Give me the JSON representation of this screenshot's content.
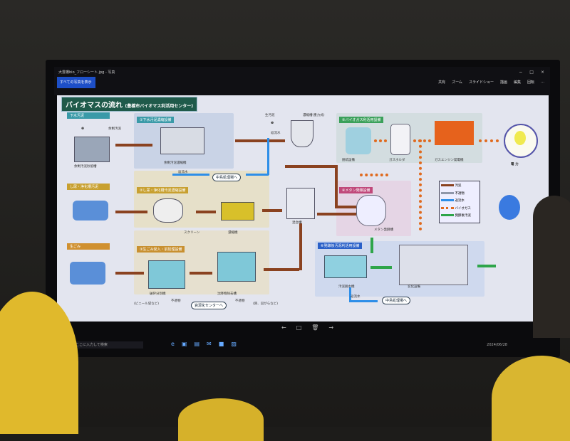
{
  "window": {
    "title": "大豊橋bio_フローシート.jpg - 写真",
    "all_photos": "すべての写真を表示",
    "controls": [
      "−",
      "□",
      "×"
    ],
    "tools": [
      "共有",
      "ズーム",
      "スライドショー",
      "描画",
      "編集",
      "回転",
      "…"
    ]
  },
  "diagram": {
    "title": "バイオマスの流れ",
    "subtitle": "(豊橋市バイオマス利活用センター)",
    "sources": [
      "下水汚泥",
      "し尿・浄化槽汚泥",
      "生ごみ"
    ],
    "sections": [
      "①下水汚泥濃縮設備",
      "②し尿・浄化槽汚泥濃縮設備",
      "③生ごみ受入・前処理設備",
      "④メタン発酵設備",
      "⑤バイオガス利活用設備",
      "⑥発酵後汚泥利活用設備"
    ],
    "labels": {
      "excess_sludge": "余剰汚泥",
      "excess_tank": "余剰汚泥貯留槽",
      "excess_thickener": "余剰汚泥濃縮機",
      "raw_sludge": "生汚泥",
      "gravity_thickener": "濃縮槽(重力式)",
      "return_water": "返流水",
      "to_nakajima": "中島処理場へ",
      "screen": "スクリーン",
      "thickener": "濃縮機",
      "mixing_tank": "混合槽",
      "crusher": "破砕分別機",
      "sedimentation": "沈降物除去槽",
      "unsuitable": "不適物",
      "plastic": "(ビニール袋など)",
      "shells": "(卵、貝がらなど)",
      "to_recycling": "資源化センターへ",
      "desulfurizer": "脱硫設備",
      "gas_holder": "ガスホルダ",
      "gas_engine": "ガスエンジン発電機",
      "electricity": "電 力",
      "methane_tank": "メタン発酵槽",
      "dewatering": "汚泥脱水機",
      "carbonization": "炭化設備",
      "num1": "❶",
      "num2": "❷"
    },
    "legend": [
      "汚泥",
      "不適物",
      "返流水",
      "バイオガス",
      "発酵後汚泥"
    ]
  },
  "colors": {
    "sludge": "#8a4220",
    "unsuitable": "#8f97aa",
    "return": "#2d8ee8",
    "biogas": "#e06a1e",
    "digested": "#2ea54a"
  },
  "taskbar": {
    "search": "ここに入力して検索",
    "date": "2024/06/28",
    "nav": [
      "←",
      "□",
      "🗑",
      "→"
    ]
  }
}
